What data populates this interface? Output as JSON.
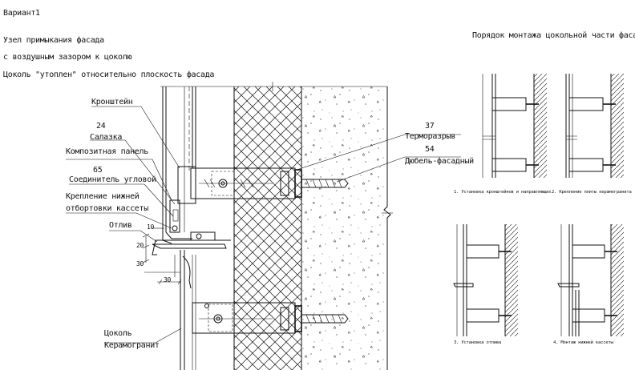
{
  "header": {
    "variant": "Вариант1",
    "title_line1": "Узел примыкания фасада",
    "title_line2": "с воздушным зазором к цоколю",
    "title_line3": "Цоколь \"утоплен\" относительно плоскость фасада"
  },
  "right_title": "Порядок монтажа цокольной части фасада",
  "callouts": {
    "bracket": "Кронштейн",
    "slide_num": "24",
    "slide": "Салазка",
    "composite": "Композитная панель",
    "corner_num": "65",
    "corner": "Соединитель угловой",
    "fix_line1": "Крепление нижней",
    "fix_line2": "отбортовки кассеты",
    "drip": "Отлив",
    "thermo_num": "37",
    "thermo": "Терморазрыв",
    "dowel_num": "54",
    "dowel": "Дюбель-фасадный",
    "plinth_line1": "Цоколь",
    "plinth_line2": "Керамогранит"
  },
  "dimensions": {
    "d10": "10",
    "d20": "20",
    "d30": "30",
    "d30h": "30"
  },
  "steps": [
    {
      "label": "1. Установка кронштейнов и направляющих"
    },
    {
      "label": "2. Крепление плиты керамогранита"
    },
    {
      "label": "3. Установка отлива"
    },
    {
      "label": "4. Монтаж нижней кассеты"
    }
  ]
}
